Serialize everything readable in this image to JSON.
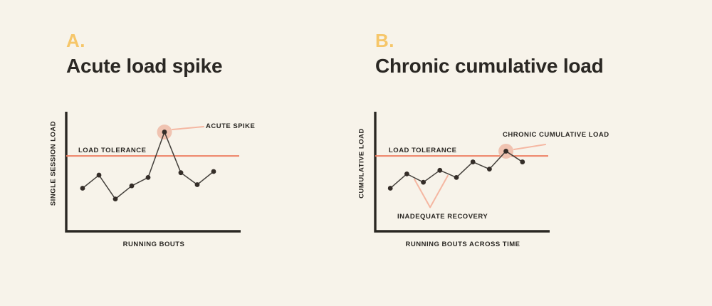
{
  "colors": {
    "background": "#f7f3ea",
    "ink": "#2a2723",
    "accent_yellow": "#f6c669",
    "tolerance_salmon": "#ee8164",
    "annotation_salmon": "#f5b7a2",
    "highlight_pink": "#f0c3b1",
    "data_line": "#44403b",
    "data_dot": "#342d28"
  },
  "chart_data": [
    {
      "type": "line",
      "panel_label": "A.",
      "title": "Acute load spike",
      "ylabel": "SINGLE SESSION LOAD",
      "xlabel": "RUNNING BOUTS",
      "x": [
        1,
        2,
        3,
        4,
        5,
        6,
        7,
        8,
        9
      ],
      "values": [
        36,
        47,
        27,
        38,
        45,
        83,
        49,
        39,
        50
      ],
      "ylim": [
        0,
        100
      ],
      "grid": false,
      "axis_tick_labels": "none",
      "tolerance_line": {
        "label": "LOAD TOLERANCE",
        "value": 63
      },
      "highlight": {
        "point_index": 5,
        "label": "ACUTE SPIKE"
      }
    },
    {
      "type": "line",
      "panel_label": "B.",
      "title": "Chronic cumulative load",
      "ylabel": "CUMULATIVE LOAD",
      "xlabel": "RUNNING BOUTS ACROSS TIME",
      "x": [
        1,
        2,
        3,
        4,
        5,
        6,
        7,
        8,
        9
      ],
      "values": [
        36,
        48,
        41,
        51,
        45,
        58,
        52,
        67,
        58
      ],
      "ylim": [
        0,
        100
      ],
      "grid": false,
      "axis_tick_labels": "none",
      "tolerance_line": {
        "label": "LOAD TOLERANCE",
        "value": 63
      },
      "highlight": {
        "point_index": 7,
        "label": "CHRONIC CUMULATIVE LOAD"
      },
      "recovery_dip": {
        "label": "INADEQUATE RECOVERY",
        "points": [
          [
            2.46,
            43.5
          ],
          [
            3.41,
            20
          ],
          [
            4.48,
            46.5
          ]
        ]
      }
    }
  ]
}
